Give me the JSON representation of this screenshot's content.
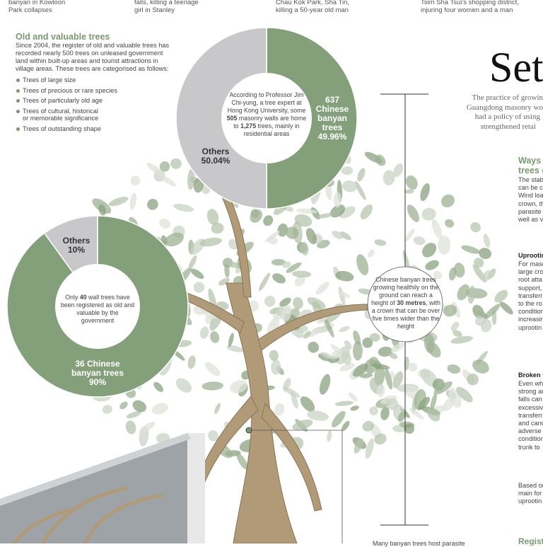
{
  "timeline": [
    {
      "text": "banyan in Kowloon\nPark collapses"
    },
    {
      "text": "falls, killing a teenage\ngirl in Stanley"
    },
    {
      "text": "Chau Kok Park, Sha Tin,\nkilling a 50-year old man"
    },
    {
      "text": "Tsim Sha Tsui's shopping district,\ninjuring four women and a man"
    }
  ],
  "old_trees": {
    "heading": "Old and valuable trees",
    "intro": "Since 2004, the register of old and valuable trees has recorded nearly 500 trees on unleased government land within built-up areas and tourist attractions in village areas. These trees are categorised as follows:",
    "categories": [
      "Trees of large size",
      "Trees of precious or rare species",
      "Trees of particularly old age",
      "Trees of cultural, historical\nor memorable significance",
      "Trees of outstanding shape"
    ]
  },
  "colors": {
    "banyan": "#83a07b",
    "others": "#c8c8ca",
    "accent": "#7a9870",
    "trunk": "#a8916f"
  },
  "chart_data": [
    {
      "type": "pie",
      "variant": "donut",
      "center_text": {
        "pre": "According to Professor Jim Chi-yung, a tree expert at Hong Kong University, some ",
        "b1": "505",
        "mid": " masonry walls are home to ",
        "b2": "1,275",
        "post": " trees, mainly in residential areas"
      },
      "slices": [
        {
          "label": "637 Chinese banyan trees",
          "value": 49.96,
          "display": "49.96%",
          "count": 637
        },
        {
          "label": "Others",
          "value": 50.04,
          "display": "50.04%"
        }
      ]
    },
    {
      "type": "pie",
      "variant": "donut",
      "center_text": {
        "pre": "Only ",
        "b1": "40",
        "post": " wall trees have been registered as old and valuable by the government"
      },
      "slices": [
        {
          "label": "36 Chinese banyan trees",
          "value": 90,
          "display": "90%",
          "count": 36
        },
        {
          "label": "Others",
          "value": 10,
          "display": "10%"
        }
      ]
    }
  ],
  "labels": {
    "donut1_banyan": "637\nChinese\nbanyan\ntrees",
    "donut1_banyan_pct": "49.96%",
    "donut1_others": "Others",
    "donut1_others_pct": "50.04%",
    "donut2_others": "Others",
    "donut2_others_pct": "10%",
    "donut2_banyan": "36 Chinese\nbanyan trees",
    "donut2_banyan_pct": "90%"
  },
  "height_callout": {
    "pre": "Chinese banyan trees growing healthily on the ground can reach a height of ",
    "bold": "30 metres",
    "post": ", with a crown that can be over five times wider than the height"
  },
  "title": "Set",
  "subtitle": [
    "The practice of growin",
    "Guangdong masonry wo",
    "had a policy of using",
    "strengthened retai"
  ],
  "right_column": {
    "ways_heading": "Ways t\ntrees c",
    "ways_body": "The stab\ncan be c\nWind loa\ncrown, th\nparasite\nwell as v",
    "uprooting_heading": "Uprootin",
    "uprooting_body": "For maso\nlarge cro\nroot atta\nsupport,\ntransferr\nto the ro\nconditior\nincreasin\nuprootin",
    "broken_heading": "Broken t",
    "broken_body": "Even whe\nstrong ar\nfalls can\nexcessive\ntransferr\nand canc\nadverse\nconditior\ntrunk to",
    "based_body": "Based or\nmain for\nuprootin",
    "register_heading": "Registe"
  },
  "bottom_caption": "Many banyan trees host parasite"
}
